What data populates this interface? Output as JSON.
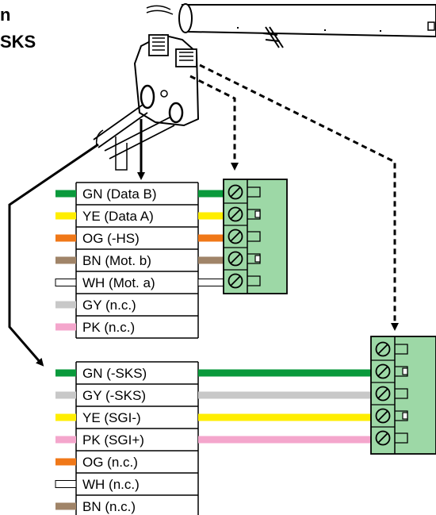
{
  "title": {
    "line1": "n",
    "line2": "SKS"
  },
  "colors": {
    "GN": "#0a9a3c",
    "YE": "#ffee00",
    "OG": "#f07818",
    "BN": "#a08468",
    "WH": "#ffffff",
    "GY": "#c8c8c8",
    "PK": "#f4a6cc",
    "terminal": "#9dd8a6"
  },
  "table1": {
    "rows": [
      {
        "code": "GN",
        "label": "GN (Data B)"
      },
      {
        "code": "YE",
        "label": "YE (Data A)"
      },
      {
        "code": "OG",
        "label": "OG (-HS)"
      },
      {
        "code": "BN",
        "label": "BN (Mot. b)"
      },
      {
        "code": "WH",
        "label": "WH (Mot. a)"
      },
      {
        "code": "GY",
        "label": "GY (n.c.)"
      },
      {
        "code": "PK",
        "label": "PK (n.c.)"
      }
    ]
  },
  "table2": {
    "rows": [
      {
        "code": "GN",
        "label": "GN (-SKS)"
      },
      {
        "code": "GY",
        "label": "GY (-SKS)"
      },
      {
        "code": "YE",
        "label": "YE (SGI-)"
      },
      {
        "code": "PK",
        "label": "PK (SGI+)"
      },
      {
        "code": "OG",
        "label": "OG (n.c.)"
      },
      {
        "code": "WH",
        "label": "WH (n.c.)"
      },
      {
        "code": "BN",
        "label": "BN (n.c.)"
      }
    ]
  },
  "icons": [
    "cable-plug-icon",
    "motor-tube-icon",
    "terminal-block-icon",
    "screw-icon"
  ]
}
